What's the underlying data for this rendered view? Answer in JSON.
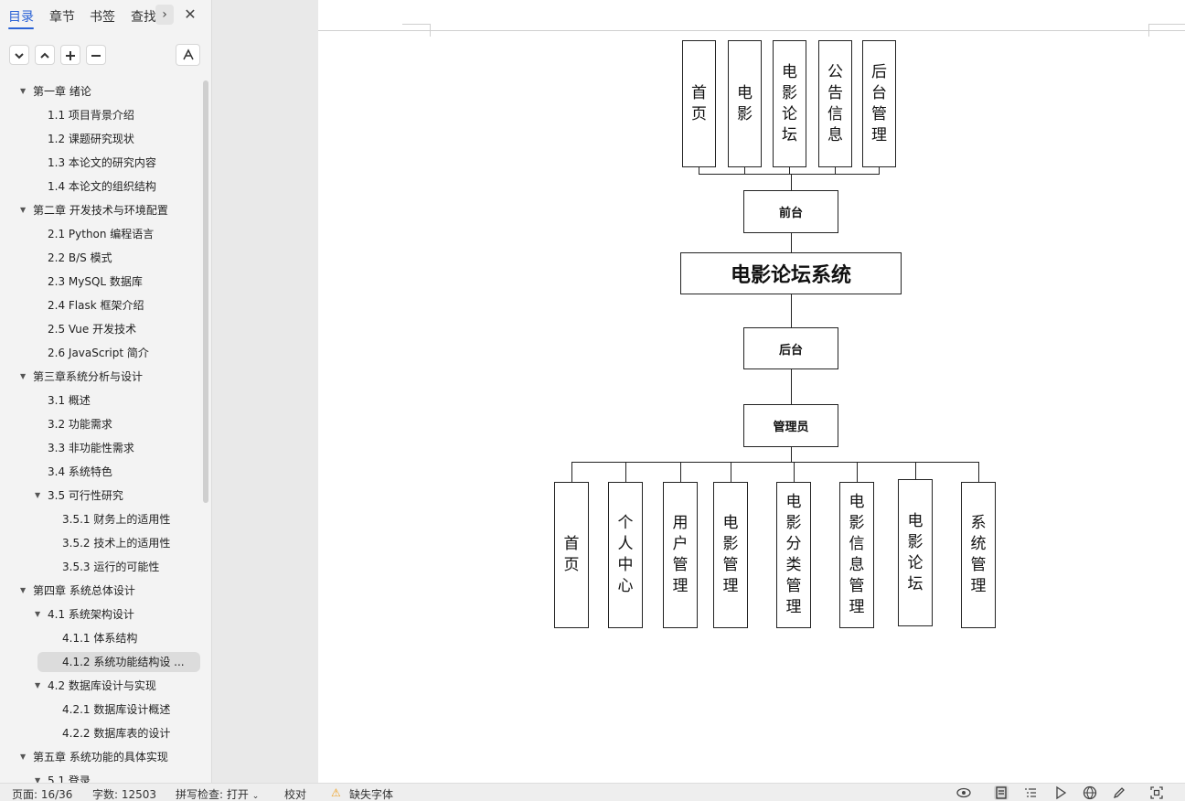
{
  "sidebar": {
    "tabs": [
      "目录",
      "章节",
      "书签",
      "查找"
    ],
    "more": "›",
    "close": "✕",
    "toolbar": {
      "collapse": "⌄",
      "expand": "⌃",
      "add": "+",
      "remove": "−"
    },
    "toc": [
      {
        "text": "第一章  绪论",
        "level": 0,
        "arrow": "▼"
      },
      {
        "text": "1.1 项目背景介绍",
        "level": 1
      },
      {
        "text": "1.2 课题研究现状",
        "level": 1
      },
      {
        "text": "1.3 本论文的研究内容",
        "level": 1
      },
      {
        "text": "1.4 本论文的组织结构",
        "level": 1
      },
      {
        "text": "第二章  开发技术与环境配置",
        "level": 0,
        "arrow": "▼"
      },
      {
        "text": "2.1 Python 编程语言",
        "level": 1
      },
      {
        "text": "2.2 B/S 模式",
        "level": 1
      },
      {
        "text": "2.3 MySQL 数据库",
        "level": 1
      },
      {
        "text": "2.4 Flask  框架介绍",
        "level": 1
      },
      {
        "text": "2.5 Vue 开发技术",
        "level": 1
      },
      {
        "text": "2.6 JavaScript 简介",
        "level": 1
      },
      {
        "text": "第三章系统分析与设计",
        "level": 0,
        "arrow": "▼"
      },
      {
        "text": "3.1    概述",
        "level": 1
      },
      {
        "text": "3.2    功能需求",
        "level": 1
      },
      {
        "text": "3.3    非功能性需求",
        "level": 1
      },
      {
        "text": "3.4    系统特色",
        "level": 1
      },
      {
        "text": "3.5    可行性研究",
        "level": 1,
        "arrow": "▼"
      },
      {
        "text": "3.5.1 财务上的适用性",
        "level": 2
      },
      {
        "text": "3.5.2 技术上的适用性",
        "level": 2
      },
      {
        "text": "3.5.3 运行的可能性",
        "level": 2
      },
      {
        "text": "第四章    系统总体设计",
        "level": 0,
        "arrow": "▼"
      },
      {
        "text": "4.1    系统架构设计",
        "level": 1,
        "arrow": "▼"
      },
      {
        "text": "4.1.1 体系结构",
        "level": 2
      },
      {
        "text": "4.1.2    系统功能结构设 ...",
        "level": 2,
        "selected": true
      },
      {
        "text": "4.2    数据库设计与实现",
        "level": 1,
        "arrow": "▼"
      },
      {
        "text": "4.2.1    数据库设计概述",
        "level": 2
      },
      {
        "text": "4.2.2    数据库表的设计",
        "level": 2
      },
      {
        "text": "第五章    系统功能的具体实现",
        "level": 0,
        "arrow": "▼"
      },
      {
        "text": "5.1  登录",
        "level": 1,
        "arrow": "▼"
      }
    ]
  },
  "diagram": {
    "title": "电影论坛系统",
    "front": "前台",
    "back": "后台",
    "admin": "管理员",
    "top_modules": [
      "首页",
      "电影",
      "电影论坛",
      "公告信息",
      "后台管理"
    ],
    "bottom_modules": [
      "首页",
      "个人中心",
      "用户管理",
      "电影管理",
      "电影分类管理",
      "电影信息管理",
      "电影论坛",
      "系统管理"
    ]
  },
  "statusbar": {
    "page": "页面: 16/36",
    "words": "字数: 12503",
    "spell": "拼写检查: 打开",
    "proof": "校对",
    "missing_font": "缺失字体"
  },
  "colors": {
    "accent": "#2a62d6",
    "sidebar_bg": "#f3f3f3",
    "warning": "#f0a020"
  }
}
